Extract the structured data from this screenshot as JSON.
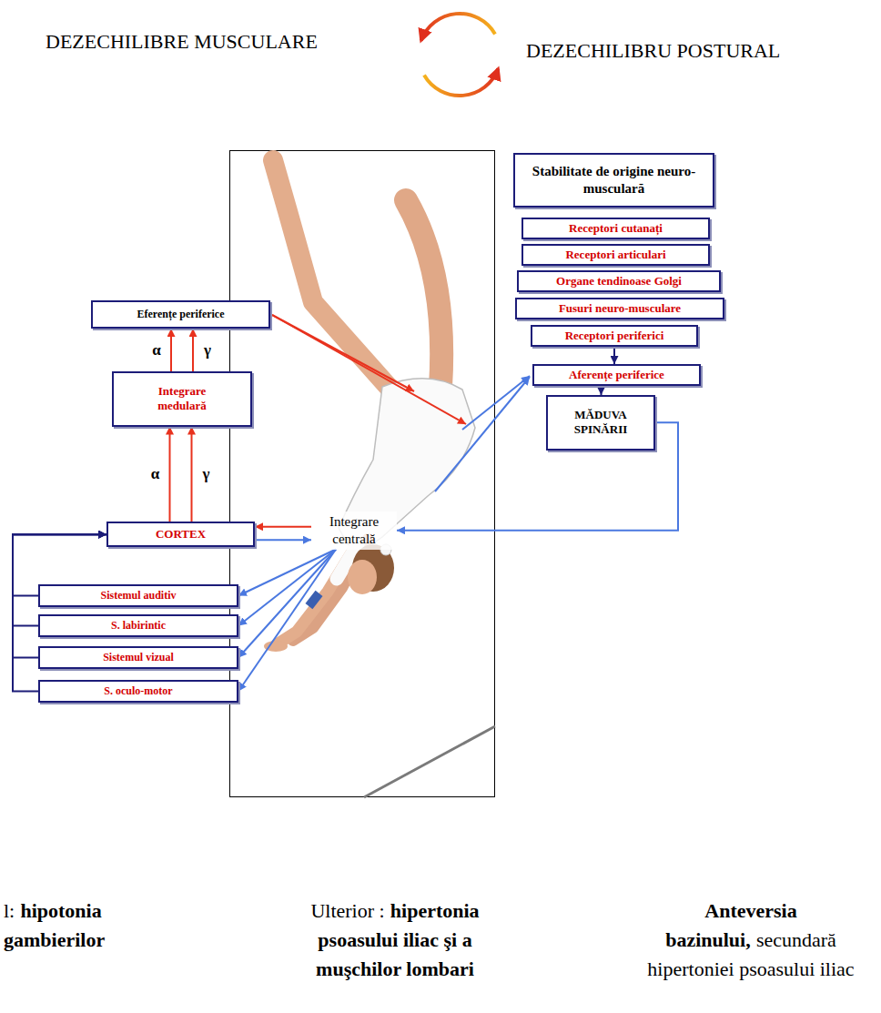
{
  "diagram": {
    "nodes": [
      {
        "text": [
          "Stabilitate de origine neuro-musculară"
        ]
      },
      {
        "text": [
          "Receptori cutanați"
        ]
      },
      {
        "text": [
          "Receptori articulari"
        ]
      },
      {
        "text": [
          "Organe tendinoase Golgi"
        ]
      },
      {
        "text": [
          "Fusuri neuro-musculare"
        ]
      },
      {
        "text": [
          "Receptori periferici"
        ]
      },
      {
        "text": [
          "Aferențe periferice"
        ]
      },
      {
        "text": [
          "MĂDUVA SPINĂRII"
        ]
      },
      {
        "text": [
          "Eferențe periferice"
        ]
      },
      {
        "text": [
          "Integrare medulară"
        ]
      },
      {
        "text": [
          "CORTEX"
        ]
      },
      {
        "text": [
          "Integrare centrală"
        ]
      },
      {
        "text": [
          "Sistemul auditiv"
        ]
      },
      {
        "text": [
          "S. labirintic"
        ]
      },
      {
        "text": [
          "Sistemul vizual"
        ]
      },
      {
        "text": [
          "S. oculo-motor"
        ]
      }
    ],
    "edges": [
      {
        "from": 5,
        "to": 6,
        "arrow": "to"
      },
      {
        "from": 6,
        "to": 7,
        "arrow": "to"
      },
      {
        "from": 7,
        "to": 11,
        "arrow": "to"
      },
      {
        "from": 10,
        "to": 9,
        "label": "α",
        "arrow": "to"
      },
      {
        "from": 10,
        "to": 9,
        "label": "γ",
        "arrow": "to"
      },
      {
        "from": 9,
        "to": 8,
        "label": "α",
        "arrow": "to"
      },
      {
        "from": 9,
        "to": 8,
        "label": "γ",
        "arrow": "to"
      },
      {
        "from": 11,
        "to": 10,
        "arrow": "to"
      },
      {
        "from": 10,
        "to": 11,
        "arrow": "to"
      },
      {
        "from": 11,
        "to": 12,
        "arrow": "to"
      },
      {
        "from": 11,
        "to": 13,
        "arrow": "to"
      },
      {
        "from": 11,
        "to": 14,
        "arrow": "to"
      },
      {
        "from": 11,
        "to": 15,
        "arrow": "to"
      },
      {
        "from": 12,
        "to": 10,
        "arrow": "to"
      },
      {
        "from": 13,
        "to": 10,
        "arrow": "to"
      },
      {
        "from": 14,
        "to": 10,
        "arrow": "to"
      },
      {
        "from": 15,
        "to": 10,
        "arrow": "to"
      }
    ],
    "labels": [
      "DEZECHILIBRE MUSCULARE",
      "DEZECHILIBRU POSTURAL",
      "l:",
      "hipotonia gambierilor",
      "Ulterior :",
      "hipertonia psoasului iliac şi a muşchilor lombari",
      "Anteversia bazinului,",
      "secundară hipertoniei psoasului iliac"
    ]
  }
}
